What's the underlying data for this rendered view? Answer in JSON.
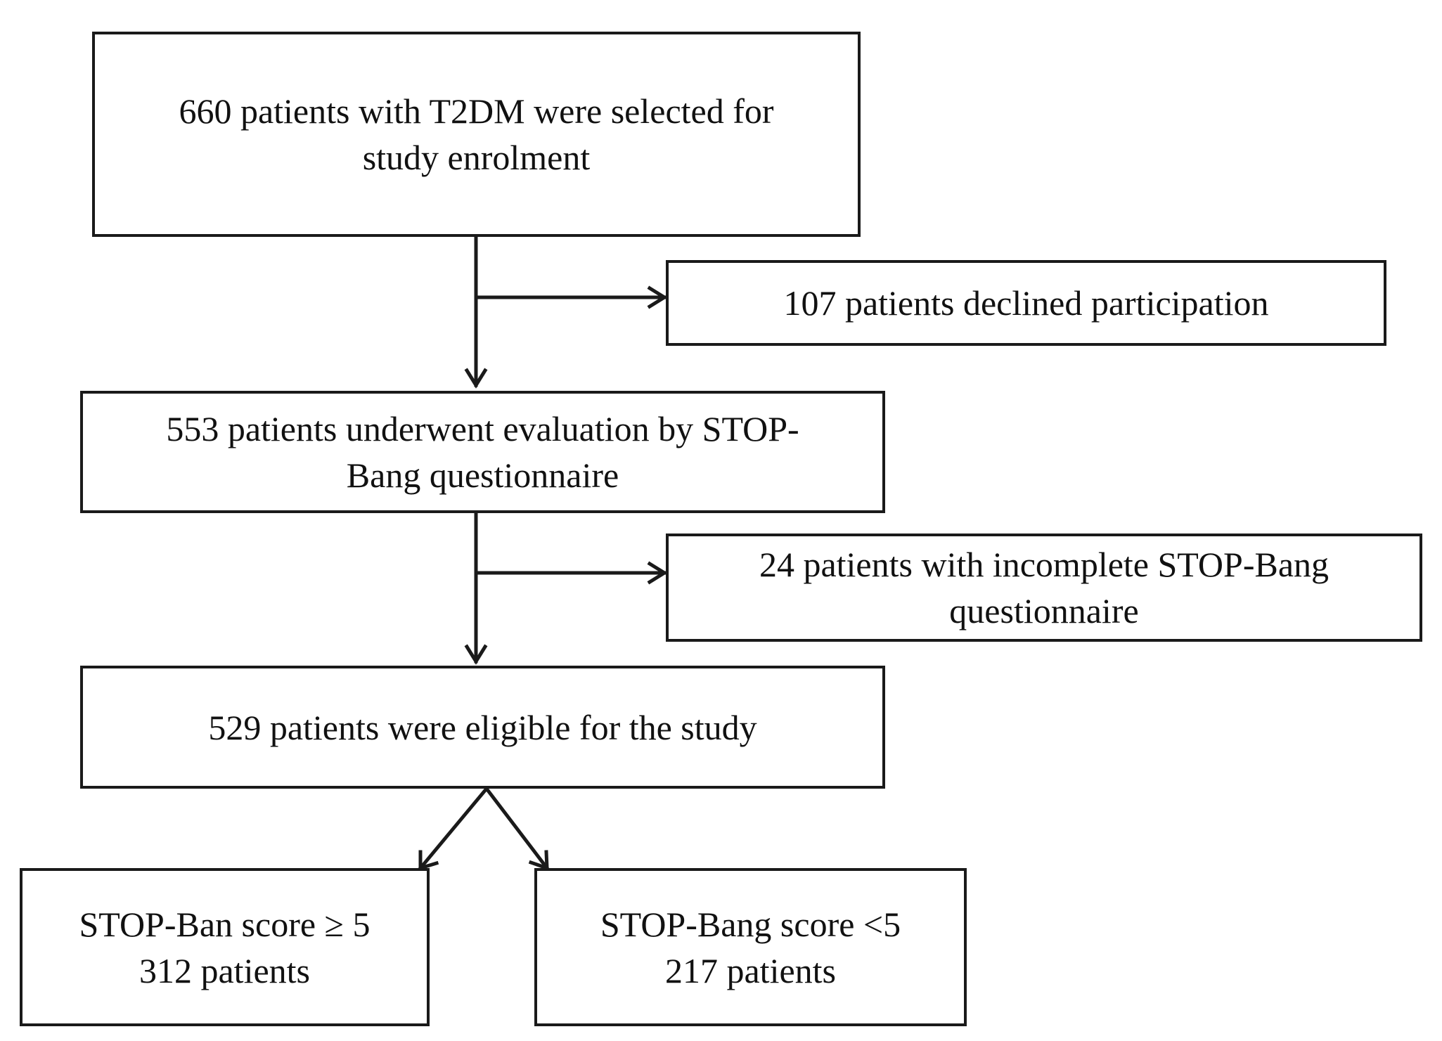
{
  "flowchart": {
    "selected": {
      "line1": "660  patients with T2DM  were selected for",
      "line2": "study enrolment"
    },
    "declined": {
      "line1": "107 patients declined  participation"
    },
    "evaluated": {
      "line1": "553 patients underwent  evaluation by STOP-",
      "line2": "Bang questionnaire"
    },
    "incomplete": {
      "line1": "24 patients with incomplete STOP-Bang",
      "line2": "questionnaire"
    },
    "eligible": {
      "line1": "529 patients were eligible for the study"
    },
    "high_score": {
      "line1": "STOP-Ban score ≥ 5",
      "line2": "312 patients"
    },
    "low_score": {
      "line1": "STOP-Bang score <5",
      "line2": "217 patients"
    },
    "colors": {
      "line": "#1a1a1a",
      "background": "#ffffff"
    }
  }
}
